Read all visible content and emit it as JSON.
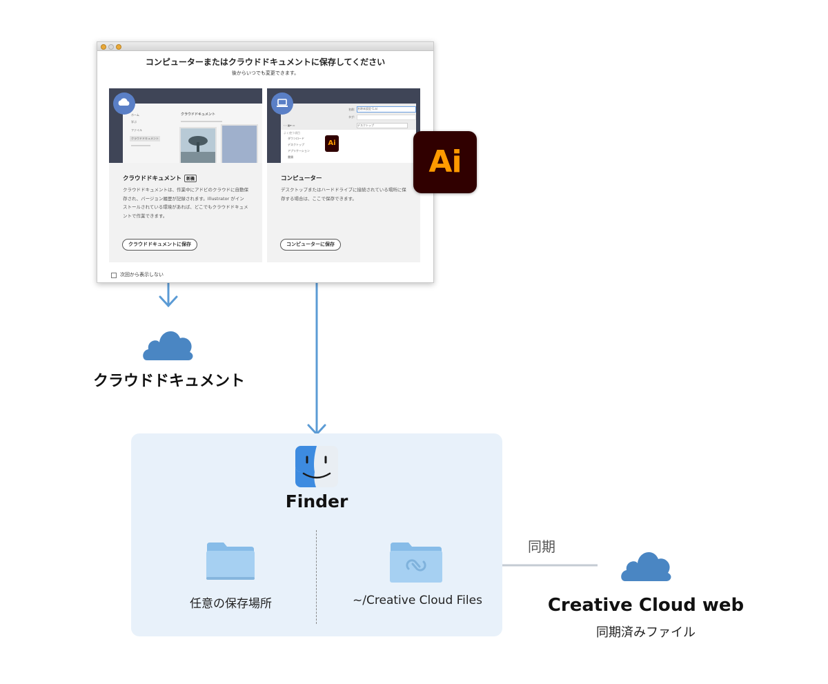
{
  "dialog": {
    "title": "コンピューターまたはクラウドドキュメントに保存してください",
    "subtitle": "後からいつでも変更できます。",
    "cloud_card": {
      "title": "クラウドドキュメント",
      "new_badge": "新機",
      "description": "クラウドドキュメントは、作業中にアドビのクラウドに自動保存され、バージョン履歴が記録されます。Illustrator がインストールされている環境があれば、どこでもクラウドドキュメントで作業できます。",
      "button": "クラウドドキュメントに保存",
      "preview": {
        "nav": [
          "ホーム",
          "学ぶ",
          "ファイル",
          "クラウドドキュメント"
        ],
        "heading": "クラウドドキュメント"
      }
    },
    "computer_card": {
      "title": "コンピューター",
      "description": "デスクトップまたはハードドライブに接続されている場所に保存する場合は、ここで保存できます。",
      "button": "コンピューターに保存",
      "preview": {
        "name_label": "名前:",
        "name_value": "名称未設定-1.ai",
        "tag_label": "タグ:",
        "location": "デスクトップ",
        "sidebar_heading": "よく使う項目",
        "sidebar": [
          "ダウンロード",
          "デスクトップ",
          "アプリケーション",
          "書類"
        ],
        "file_icon": "Ai"
      }
    },
    "checkbox_label": "次回から表示しない"
  },
  "ai_logo": "Ai",
  "cloud_docs_label": "クラウドドキュメント",
  "finder": {
    "label": "Finder",
    "folder_any": "任意の保存場所",
    "folder_cc": "~/Creative Cloud Files"
  },
  "sync_label": "同期",
  "cc_web": {
    "title": "Creative Cloud web",
    "subtitle": "同期済みファイル"
  },
  "colors": {
    "arrow": "#5b9bd5",
    "cloud": "#4a86c3",
    "panel_bg": "#e8f1fa",
    "ai_bg": "#300000",
    "ai_text": "#ff9a00",
    "sync_line": "#c4cbd3"
  }
}
